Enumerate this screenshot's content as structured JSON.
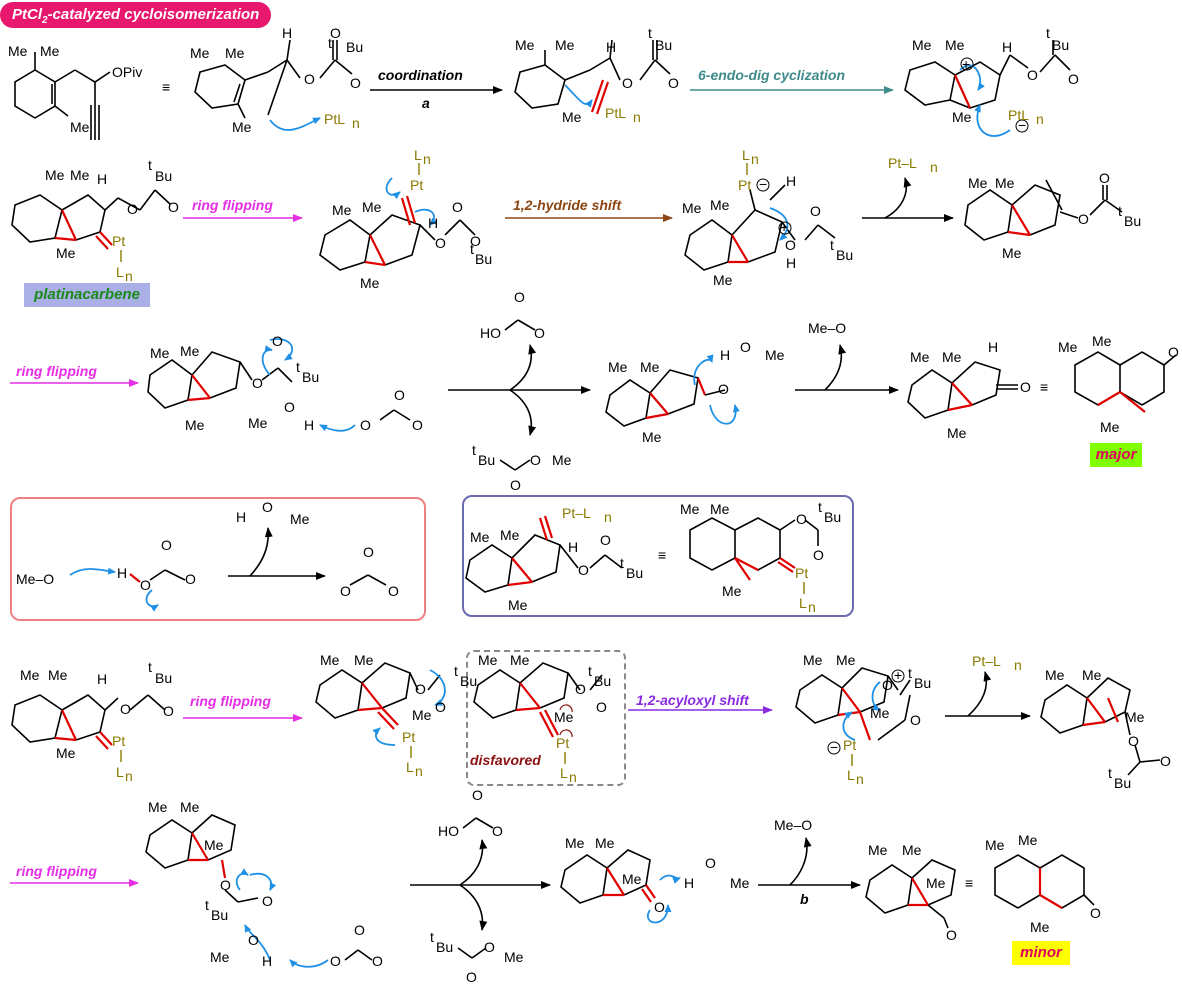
{
  "title": "PtCl2-catalyzed cycloisomerization",
  "title_sub": "2",
  "labels": {
    "coordination": "coordination",
    "a": "a",
    "endo": "6-endo-dig cyclization",
    "ring_flipping": "ring flipping",
    "hydride": "1,2-hydride shift",
    "acyloxyl": "1,2-acyloxyl shift",
    "b": "b",
    "platinacarbene": "platinacarbene",
    "major": "major",
    "minor": "minor",
    "disfavored": "disfavored"
  },
  "atoms": {
    "me": "Me",
    "tbu": "Bu",
    "tsup": "t",
    "opiv": "OPiv",
    "h": "H",
    "o": "O",
    "ptln": "PtL",
    "pt": "Pt",
    "ln": "L",
    "n": "n",
    "pt_ln": "Pt–L",
    "equiv": "≡",
    "ho": "HO",
    "meo": "Me–O"
  },
  "colors": {
    "title_bg": "#e8186f",
    "endo": "#3f8a8a",
    "ring_flip": "#e62ee6",
    "hydride": "#8b4513",
    "acyloxyl": "#8a2be2",
    "platinacarbene_bg": "#aab0e6",
    "platinacarbene_fg": "#1a8a1a",
    "major_bg": "#7fff00",
    "major_fg": "#e00060",
    "minor_bg": "#ffff00",
    "minor_fg": "#e00060",
    "disfavored": "#8b1010",
    "pt": "#8a7a00",
    "curly_arrow": "#1e90e6",
    "new_bond": "#e00000"
  }
}
